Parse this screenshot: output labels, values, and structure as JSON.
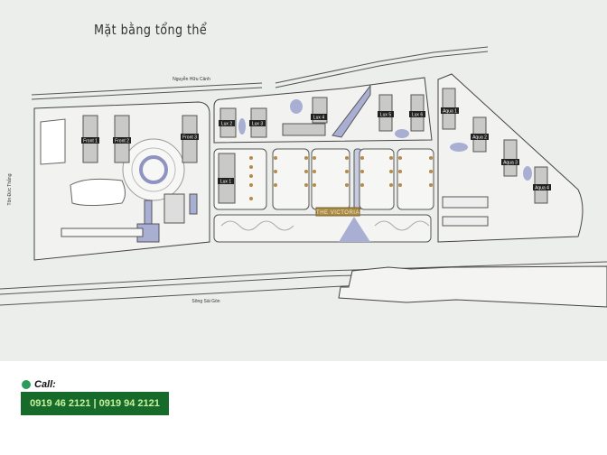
{
  "plan": {
    "title": "Mặt bằng tổng thể",
    "roads": {
      "north": "Nguyễn Hữu Cảnh",
      "west": "Tôn Đức Thắng",
      "river": "Sông Sài Gòn"
    },
    "project_name": "THE VICTORIA",
    "buildings": {
      "front": [
        "Front 1",
        "Front 2",
        "Front 3"
      ],
      "lux": [
        "Lux 1",
        "Lux 2",
        "Lux 3",
        "Lux 4",
        "Lux 5",
        "Lux 6"
      ],
      "aqua": [
        "Aqua 1",
        "Aqua 2",
        "Aqua 3",
        "Aqua 4"
      ]
    }
  },
  "contact": {
    "label": "Call:",
    "phones": "0919 46 2121 | 0919 94 2121"
  },
  "colors": {
    "paper": "#eceeeb",
    "water": "#a9afd3",
    "building": "#c9cac8",
    "banner": "#176b2a",
    "gold": "#a88a45"
  }
}
